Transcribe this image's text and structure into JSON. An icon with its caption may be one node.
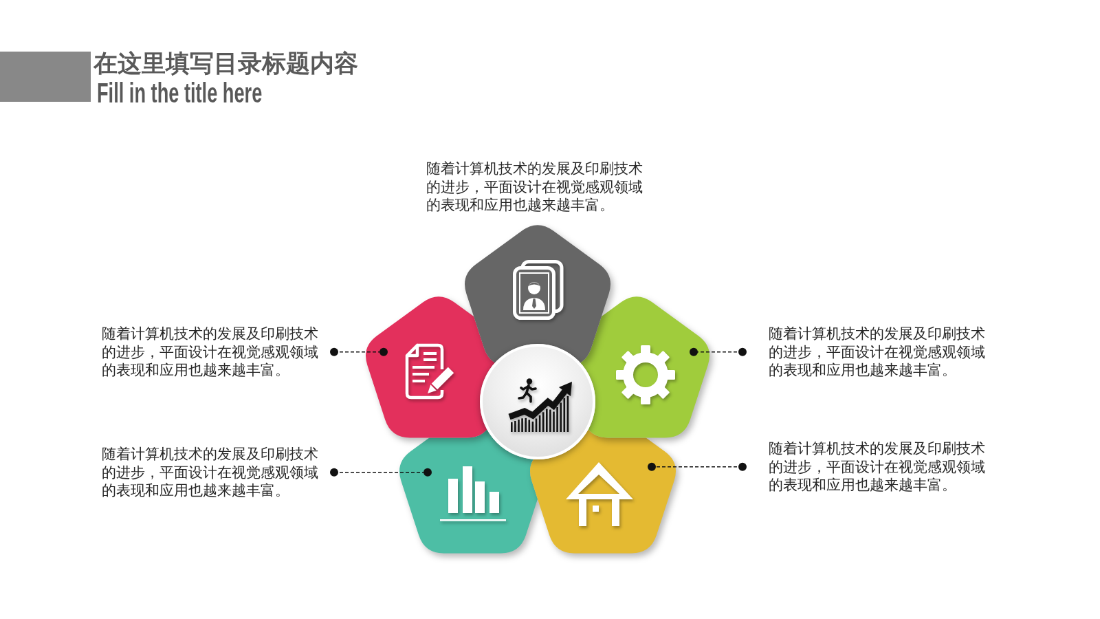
{
  "diagram": {
    "title": "在这里填写目录标题内容",
    "nodes": [
      {
        "text": [],
        "shape": "pentagon",
        "beside": [
          "随着计算机技术的发展及印刷技术的进步，平面设计在视觉感观领域的表现和应用也越来越丰富。"
        ]
      },
      {
        "text": [
          "随着计算机技术的发展及印刷技术的进步，平面设计在视觉感观领域的表现和应用也越来越丰富。"
        ]
      },
      {
        "text": [],
        "shape": "pentagon"
      },
      {
        "text": [],
        "shape": "pentagon"
      },
      {
        "text": [
          "随着计算机技术的发展及印刷技术的进步，平面设计在视觉感观领域的表现和应用也越来越丰富。"
        ]
      },
      {
        "text": [],
        "shape": "circle"
      },
      {
        "text": [
          "随着计算机技术的发展及印刷技术的进步，平面设计在视觉感观领域的表现和应用也越来越丰富。"
        ]
      },
      {
        "text": [],
        "shape": "pentagon"
      },
      {
        "text": [],
        "shape": "pentagon"
      },
      {
        "text": [
          "随着计算机技术的发展及印刷技术的进步，平面设计在视觉感观领域的表现和应用也越来越丰富。"
        ]
      }
    ],
    "edges": [
      {
        "from": 1,
        "to": 2,
        "arrow": "other",
        "style": "dashed"
      },
      {
        "from": 4,
        "to": 3,
        "arrow": "other",
        "style": "dashed"
      },
      {
        "from": 6,
        "to": 7,
        "arrow": "other",
        "style": "dashed"
      },
      {
        "from": 9,
        "to": 8,
        "arrow": "other",
        "style": "dashed"
      }
    ],
    "labels": [
      "Fill in the title here"
    ]
  }
}
